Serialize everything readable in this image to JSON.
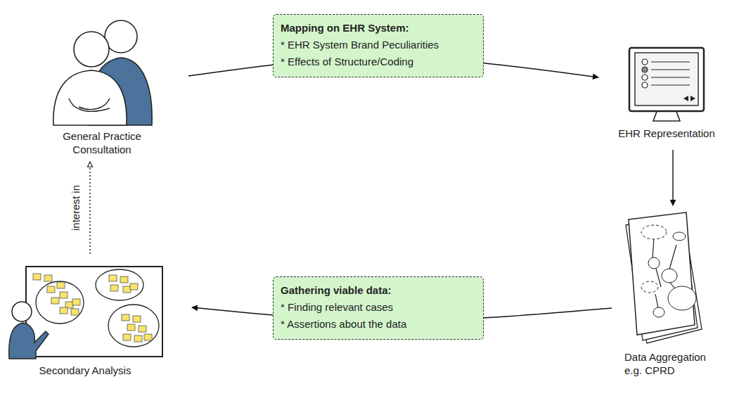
{
  "diagram": {
    "nodes": [
      {
        "text": [
          "General Practice Consultation"
        ]
      },
      {
        "text": [
          "Mapping on EHR System:",
          "* EHR System Brand Peculiarities",
          "* Effects of Structure/Coding"
        ]
      },
      {
        "text": [
          "EHR Representation"
        ]
      },
      {
        "text": [
          "Secondary Analysis"
        ]
      },
      {
        "text": [
          "Gathering viable data:",
          "* Finding relevant cases",
          "* Assertions about the data"
        ]
      },
      {
        "text": [
          "Data Aggregation e.g. CPRD"
        ]
      }
    ],
    "edges": [
      {
        "from": 0,
        "to": 2,
        "arrow": "to"
      },
      {
        "from": 2,
        "to": 5,
        "arrow": "to"
      },
      {
        "from": 5,
        "to": 3,
        "arrow": "to"
      },
      {
        "from": 3,
        "to": 0,
        "arrow": "to",
        "label": "interest in"
      }
    ]
  }
}
